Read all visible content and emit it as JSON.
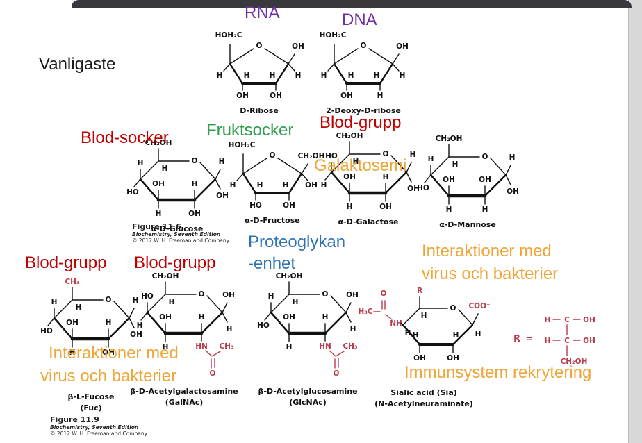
{
  "colors": {
    "purple": "#7030a0",
    "dark_red": "#c00000",
    "green": "#2e9e4b",
    "orange": "#efa638",
    "blue": "#2e74b5",
    "black": "#1a1a1a",
    "structure_red": "#b93a4c"
  },
  "annotations": {
    "rna": {
      "text": "RNA",
      "color": "purple"
    },
    "dna": {
      "text": "DNA",
      "color": "purple"
    },
    "vanligaste": {
      "text": "Vanligaste",
      "color": "black"
    },
    "blod_socker": {
      "text": "Blod-socker",
      "color": "dark_red"
    },
    "fruktsocker": {
      "text": "Fruktsocker",
      "color": "green"
    },
    "blod_grupp_top": {
      "text": "Blod-grupp",
      "color": "dark_red"
    },
    "galaktosemi": {
      "text": "Galaktosemi",
      "color": "orange"
    },
    "proteoglykan_line1": {
      "text": "Proteoglykan",
      "color": "blue"
    },
    "proteoglykan_line2": {
      "text": "-enhet",
      "color": "blue"
    },
    "blod_grupp_fucose": {
      "text": "Blod-grupp",
      "color": "dark_red"
    },
    "blod_grupp_galnac": {
      "text": "Blod-grupp",
      "color": "dark_red"
    },
    "interakt_right_line1": {
      "text": "Interaktioner med",
      "color": "orange"
    },
    "interakt_right_line2": {
      "text": "virus och bakterier",
      "color": "orange"
    },
    "interakt_left_line1": {
      "text": "Interaktioner med",
      "color": "orange"
    },
    "interakt_left_line2": {
      "text": "virus och bakterier",
      "color": "orange"
    },
    "immunsystem": {
      "text": "Immunsystem rekrytering",
      "color": "orange"
    }
  },
  "figure_11_6": {
    "title": "Figure 11.6",
    "book": "Biochemistry, Seventh Edition",
    "copyright": "© 2012 W. H. Freeman and Company"
  },
  "figure_11_9": {
    "title": "Figure 11.9",
    "book": "Biochemistry, Seventh Edition",
    "copyright": "© 2012 W. H. Freeman and Company"
  },
  "molecules": {
    "ribose": {
      "shape": "furanose",
      "caption": "D-Ribose",
      "labels": {
        "tl": "HOH₂C",
        "o": "O",
        "c1u": "OH",
        "c1d": "H",
        "c4d": "H",
        "c2u": "H",
        "c2d": "OH",
        "c3u": "H",
        "c3d": "OH"
      }
    },
    "deoxyribose": {
      "shape": "furanose",
      "caption": "2-Deoxy-D-ribose",
      "labels": {
        "tl": "HOH₂C",
        "o": "O",
        "c1u": "OH",
        "c1d": "H",
        "c4d": "H",
        "c2u": "H",
        "c2d": "H",
        "c3u": "H",
        "c3d": "OH"
      }
    },
    "glucose": {
      "shape": "pyranose",
      "caption": "α-D-Glucose",
      "labels": {
        "c6": "CH₂OH",
        "h5": "H",
        "o": "O",
        "c1u": "H",
        "c1d": "OH",
        "c2u": "H",
        "c2d": "OH",
        "c3u": "OH",
        "c3d": "H",
        "c4u": "H",
        "c4d": "HO"
      }
    },
    "fructose": {
      "shape": "furanose",
      "caption": "α-D-Fructose",
      "labels": {
        "tl": "HOH₂C",
        "o": "O",
        "c1u": "CH₂OH",
        "c1d": "OH",
        "c4d": "H",
        "c2u": "H",
        "c2d": "OH",
        "c3u": "H",
        "c3d": "HO"
      }
    },
    "galactose": {
      "shape": "pyranose",
      "caption": "α-D-Galactose",
      "labels": {
        "c6": "CH₂OH",
        "h5": "H",
        "o": "O",
        "c1u": "H",
        "c1d": "OH",
        "c2u": "H",
        "c2d": "OH",
        "c3u": "OH",
        "c3d": "H",
        "c4u": "HO",
        "c4d": "H"
      }
    },
    "mannose": {
      "shape": "pyranose",
      "caption": "α-D-Mannose",
      "labels": {
        "c6": "CH₂OH",
        "h5": "H",
        "o": "O",
        "c1u": "H",
        "c1d": "OH",
        "c2u": "OH",
        "c2d": "H",
        "c3u": "OH",
        "c3d": "H",
        "c4u": "H",
        "c4d": "HO"
      }
    },
    "fucose": {
      "shape": "pyranose",
      "tall": true,
      "c6_red": true,
      "caption": "β-L-Fucose",
      "caption2": "(Fuc)",
      "labels": {
        "c6": "CH₃",
        "h5": "H",
        "o": "O",
        "c1u": "H",
        "c1d": "OH",
        "c2u": "H",
        "c2d": "OH",
        "c3u": "OH",
        "c3d": "H",
        "c4u": "H",
        "c4d": "HO"
      }
    },
    "galnac": {
      "shape": "pyranose",
      "caption": "β-D-Acetylgalactosamine",
      "caption2": "(GalNAc)",
      "labels": {
        "c6": "CH₂OH",
        "h5": "H",
        "o": "O",
        "c1u": "OH",
        "c1d": "H",
        "c2u": "H",
        "c3u": "OH",
        "c3d": "H",
        "c4u": "HO",
        "c4d": "H"
      },
      "amide": {
        "hn": "HN",
        "o": "O",
        "ch3": "CH₃"
      }
    },
    "glcnac": {
      "shape": "pyranose",
      "caption": "β-D-Acetylglucosamine",
      "caption2": "(GlcNAc)",
      "labels": {
        "c6": "CH₂OH",
        "h5": "H",
        "o": "O",
        "c1u": "OH",
        "c1d": "H",
        "c2u": "H",
        "c3u": "OH",
        "c3d": "H",
        "c4u": "H",
        "c4d": "HO"
      },
      "amide": {
        "hn": "HN",
        "o": "O",
        "ch3": "CH₃"
      }
    },
    "sialic": {
      "shape": "sialic",
      "caption": "Sialic acid (Sia)",
      "caption2": "(N-Acetylneuraminate)",
      "labels": {
        "h3c": "H₃C",
        "carbonyl_o": "O",
        "nh": "NH",
        "r": "R",
        "ring_o": "O",
        "coo": "COO⁻",
        "h_c6": "H",
        "h_c2": "H",
        "h_c3": "H",
        "h_c4": "H",
        "h_c5": "H",
        "oh_c3": "OH",
        "oh_c4": "OH"
      }
    },
    "rgroup": {
      "shape": "rgroup",
      "labels": {
        "r": "R",
        "eq": "=",
        "h": "H",
        "c": "C",
        "oh": "OH",
        "tail": "CH₂OH"
      }
    }
  }
}
